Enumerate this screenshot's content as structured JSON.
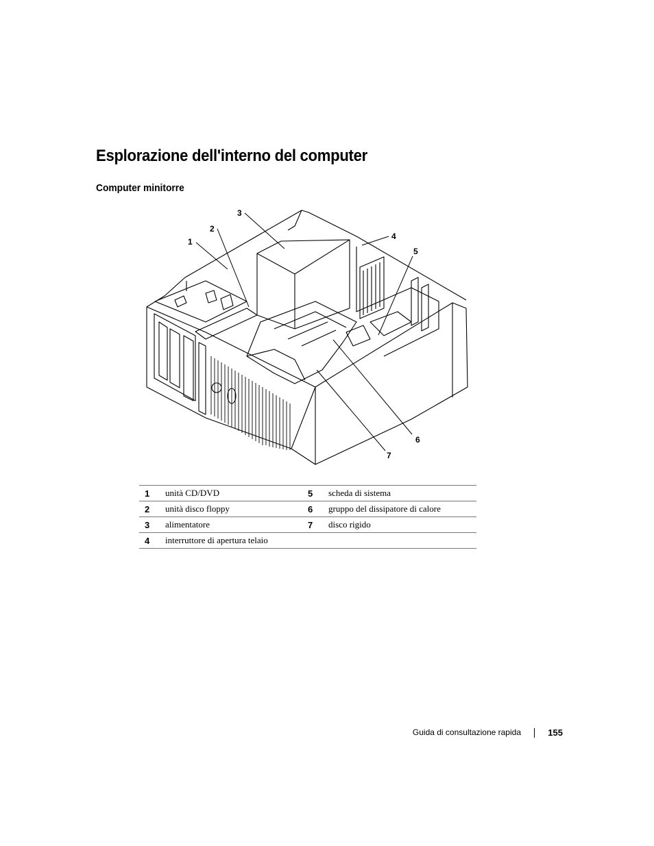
{
  "page": {
    "title": "Esplorazione dell'interno del computer",
    "subtitle": "Computer minitorre"
  },
  "figure": {
    "callouts": [
      "1",
      "2",
      "3",
      "4",
      "5",
      "6",
      "7"
    ]
  },
  "legend": {
    "rows": [
      {
        "n1": "1",
        "t1": "unità CD/DVD",
        "n2": "5",
        "t2": "scheda di sistema"
      },
      {
        "n1": "2",
        "t1": "unità disco floppy",
        "n2": "6",
        "t2": "gruppo del dissipatore di calore"
      },
      {
        "n1": "3",
        "t1": "alimentatore",
        "n2": "7",
        "t2": "disco rigido"
      },
      {
        "n1": "4",
        "t1": "interruttore di apertura telaio",
        "n2": "",
        "t2": ""
      }
    ]
  },
  "footer": {
    "guide": "Guida di consultazione rapida",
    "page_number": "155"
  }
}
